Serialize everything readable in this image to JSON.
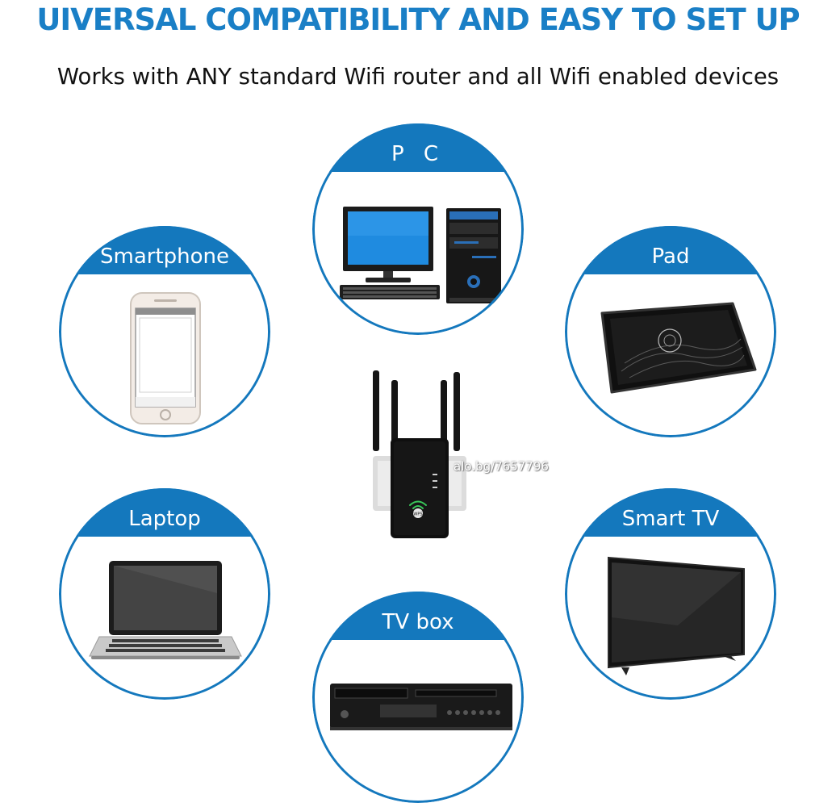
{
  "headline": "UIVERSAL COMPATIBILITY AND EASY TO SET UP",
  "subheadline": "Works with ANY standard Wifi router and all Wifi enabled devices",
  "devices": {
    "pc": {
      "label": "P C",
      "icon": "desktop-pc-icon"
    },
    "smartphone": {
      "label": "Smartphone",
      "icon": "smartphone-icon"
    },
    "pad": {
      "label": "Pad",
      "icon": "tablet-icon"
    },
    "laptop": {
      "label": "Laptop",
      "icon": "laptop-icon"
    },
    "smart_tv": {
      "label": "Smart TV",
      "icon": "smart-tv-icon"
    },
    "tv_box": {
      "label": "TV box",
      "icon": "tv-box-icon"
    }
  },
  "center_device": {
    "icon": "wifi-repeater-icon",
    "button_label": "WPS"
  },
  "watermark": "alo.bg/7657796",
  "colors": {
    "accent": "#1478bd",
    "headline": "#1a7fc6",
    "text": "#111111",
    "band_text": "#ffffff"
  }
}
